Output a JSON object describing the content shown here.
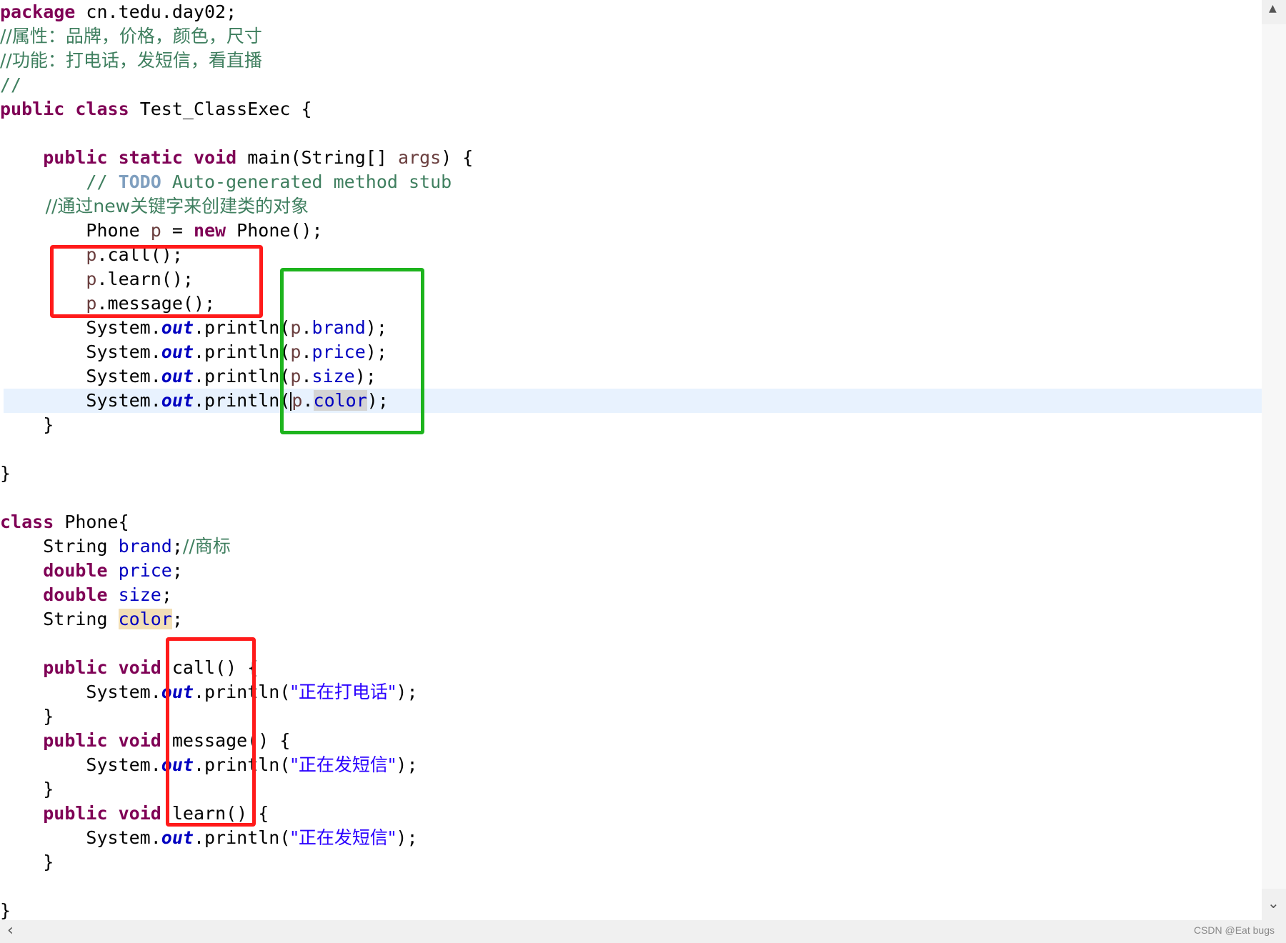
{
  "editor": {
    "lines": {
      "l1": {
        "kw": "package",
        "rest": " cn.tedu.day02;"
      },
      "l2": "//属性：品牌，价格，颜色，尺寸",
      "l3": "//功能：打电话，发短信，看直播",
      "l4": "//",
      "l5": {
        "kw1": "public",
        "kw2": "class",
        "rest": " Test_ClassExec {"
      },
      "l7": {
        "kw1": "public",
        "kw2": "static",
        "kw3": "void",
        "mid": " main(String[] ",
        "param": "args",
        "end": ") {"
      },
      "l8": {
        "prefix": "// ",
        "todo": "TODO",
        "rest": " Auto-generated method stub"
      },
      "l9": "//通过new关键字来创建类的对象",
      "l10": {
        "type": "Phone ",
        "var": "p",
        "eq": " = ",
        "kw": "new",
        "rest": " Phone();"
      },
      "l11": {
        "var": "p",
        "rest": ".call();"
      },
      "l12": {
        "var": "p",
        "rest": ".learn();"
      },
      "l13": {
        "var": "p",
        "rest": ".message();"
      },
      "l14": {
        "a": "System.",
        "out": "out",
        "b": ".println(",
        "var": "p",
        "dot": ".",
        "field": "brand",
        "end": ");"
      },
      "l15": {
        "a": "System.",
        "out": "out",
        "b": ".println(",
        "var": "p",
        "dot": ".",
        "field": "price",
        "end": ");"
      },
      "l16": {
        "a": "System.",
        "out": "out",
        "b": ".println(",
        "var": "p",
        "dot": ".",
        "field": "size",
        "end": ");"
      },
      "l17": {
        "a": "System.",
        "out": "out",
        "b": ".println(",
        "var": "p",
        "dot": ".",
        "field": "color",
        "end": ");"
      },
      "l18": "}",
      "l20": "}",
      "l22": {
        "kw": "class",
        "rest": " Phone{"
      },
      "l23": {
        "type": "String ",
        "field": "brand",
        "semi": ";",
        "comment": "//商标"
      },
      "l24": {
        "kw": "double",
        "sp": " ",
        "field": "price",
        "semi": ";"
      },
      "l25": {
        "kw": "double",
        "sp": " ",
        "field": "size",
        "semi": ";"
      },
      "l26": {
        "type": "String ",
        "field": "color",
        "semi": ";"
      },
      "l28": {
        "kw1": "public",
        "kw2": "void",
        "rest": " call() {"
      },
      "l29": {
        "a": "System.",
        "out": "out",
        "b": ".println(",
        "str": "\"正在打电话\"",
        "end": ");"
      },
      "l30": "}",
      "l31": {
        "kw1": "public",
        "kw2": "void",
        "rest": " message() {"
      },
      "l32": {
        "a": "System.",
        "out": "out",
        "b": ".println(",
        "str": "\"正在发短信\"",
        "end": ");"
      },
      "l33": "}",
      "l34": {
        "kw1": "public",
        "kw2": "void",
        "rest": " learn() {"
      },
      "l35": {
        "a": "System.",
        "out": "out",
        "b": ".println(",
        "str": "\"正在发短信\"",
        "end": ");"
      },
      "l36": "}",
      "l38": "}"
    }
  },
  "colors": {
    "keyword": "#7f0055",
    "comment": "#3f7f5f",
    "field": "#0000c0",
    "string": "#2a00ff",
    "annotation_red": "#ff1a1a",
    "annotation_green": "#1db41d"
  },
  "icons": {
    "scroll_up": "chevron-up-icon",
    "scroll_down": "chevron-down-icon",
    "scroll_left": "chevron-left-icon"
  },
  "scroll_glyphs": {
    "up": "▲",
    "down": "⌄",
    "left": "‹"
  },
  "watermark": "CSDN @Eat bugs"
}
